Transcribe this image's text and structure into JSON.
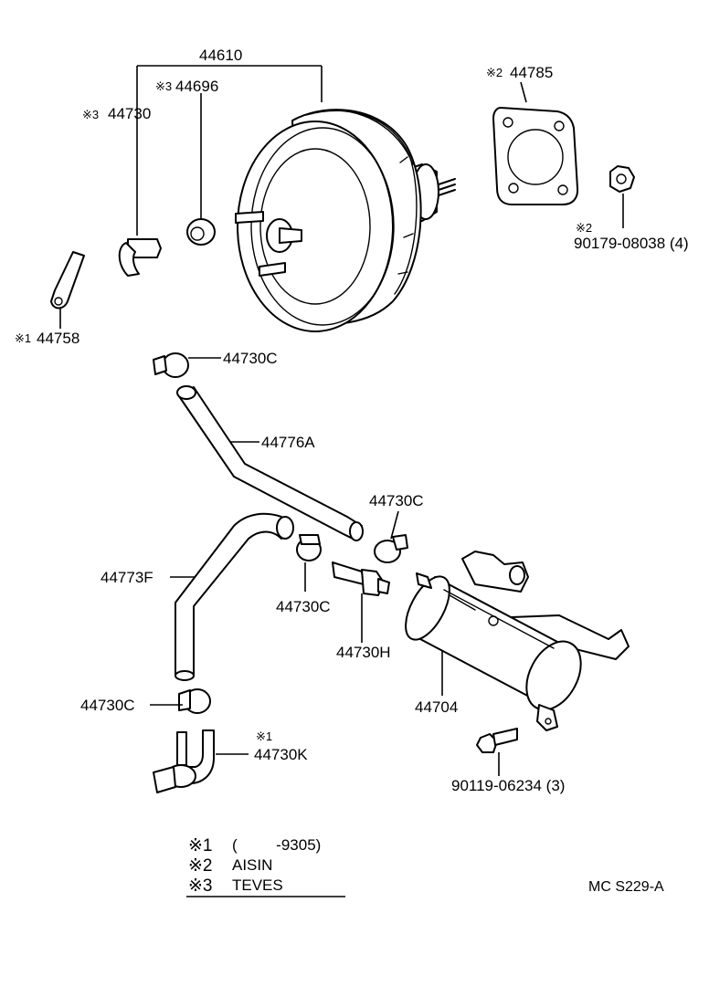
{
  "labels": {
    "booster_assy": "44610",
    "seal": "44696",
    "seal_mark": "※3",
    "check_valve": "44730",
    "check_valve_mark": "※3",
    "bracket": "44758",
    "bracket_mark": "※1",
    "gasket": "44785",
    "gasket_mark": "※2",
    "nut_mark": "※2",
    "nut": "90179-08038 (4)",
    "clamp_upper": "44730C",
    "hose_upper": "44776A",
    "clamp_right": "44730C",
    "hose_lower": "44773F",
    "clamp_mid": "44730C",
    "union": "44730H",
    "tank": "44704",
    "clamp_lower": "44730C",
    "union_k_mark": "※1",
    "union_k": "44730K",
    "bolt": "90119-06234 (3)"
  },
  "legend": [
    {
      "mark": "※1",
      "text": "(         -9305)"
    },
    {
      "mark": "※2",
      "text": "AISIN"
    },
    {
      "mark": "※3",
      "text": "TEVES"
    }
  ],
  "diagram_code": "MC S229-A"
}
